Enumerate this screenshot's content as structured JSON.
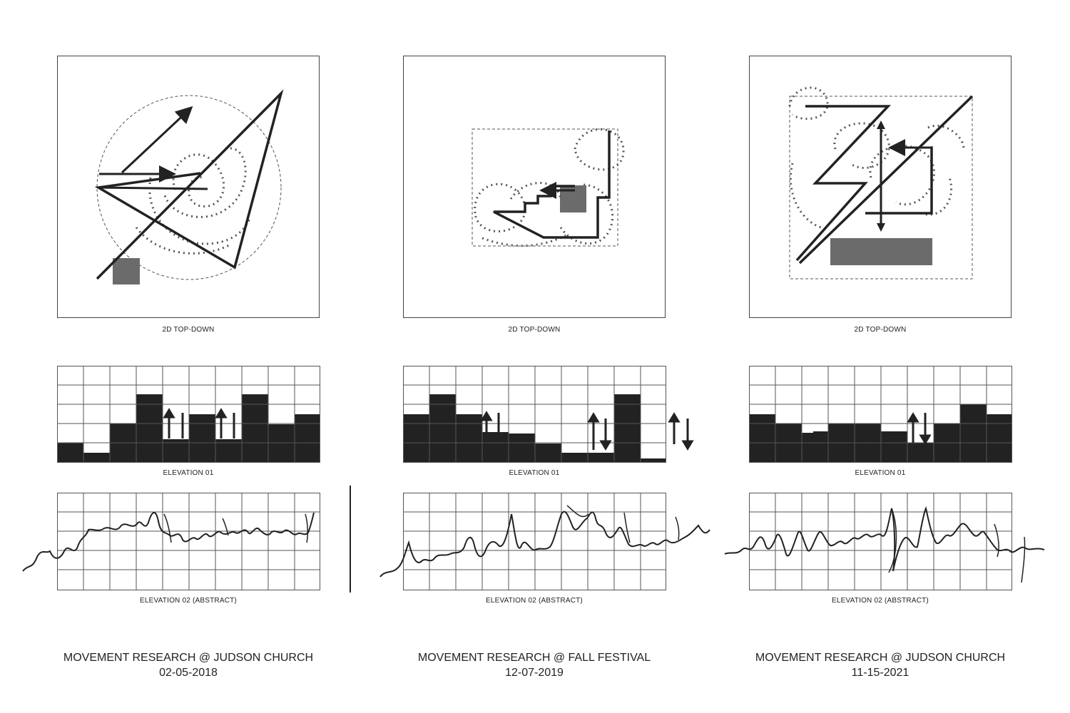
{
  "captions": {
    "plan": "2D TOP-DOWN",
    "elev1": "ELEVATION 01",
    "elev2": "ELEVATION 02 (ABSTRACT)"
  },
  "colors": {
    "ink": "#222222",
    "block": "#6b6b6b",
    "dash": "#555555",
    "grid": "#555555"
  },
  "panels": [
    {
      "title": "MOVEMENT RESEARCH @ JUDSON CHURCH",
      "date": "02-05-2018"
    },
    {
      "title": "MOVEMENT RESEARCH @ FALL FESTIVAL",
      "date": "12-07-2019"
    },
    {
      "title": "MOVEMENT RESEARCH @ JUDSON CHURCH",
      "date": "11-15-2021"
    }
  ]
}
